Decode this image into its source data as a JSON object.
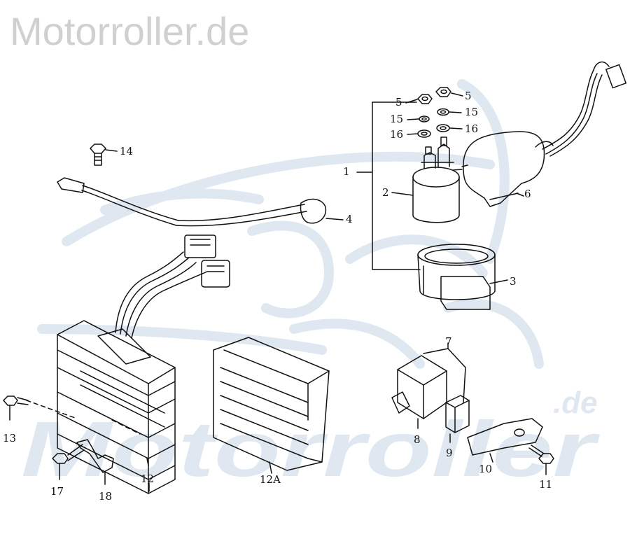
{
  "header": {
    "site_title": "Motorroller.de"
  },
  "watermark": {
    "brand": "Motorroller",
    "tld": ".de",
    "color": "#dfe8f1"
  },
  "diagram": {
    "line_color": "#111111",
    "callouts": {
      "c1": "1",
      "c2": "2",
      "c3": "3",
      "c4": "4",
      "c5a": "5",
      "c5b": "5",
      "c6": "6",
      "c7": "7",
      "c8": "8",
      "c9": "9",
      "c10": "10",
      "c11": "11",
      "c12": "12",
      "c12a": "12A",
      "c13": "13",
      "c14": "14",
      "c15a": "15",
      "c15b": "15",
      "c16a": "16",
      "c16b": "16",
      "c17": "17",
      "c18": "18"
    }
  }
}
